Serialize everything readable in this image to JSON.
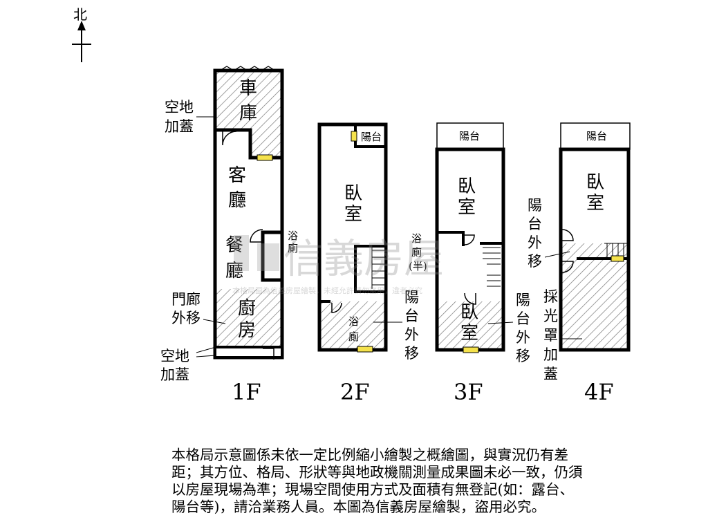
{
  "compass": {
    "label": "北"
  },
  "watermark": {
    "logo": "信義房屋",
    "text": "本格局圖為信義房屋繪製，未經允許請勿盜用，違者必究"
  },
  "floors": [
    {
      "name": "1F",
      "rooms": [
        "車",
        "庫",
        "客",
        "廳",
        "餐",
        "廳",
        "廚",
        "房"
      ],
      "bath": [
        "浴",
        "廁"
      ],
      "labels": {
        "open_top": [
          "空地",
          "加蓋"
        ],
        "porch": [
          "門廊",
          "外移"
        ],
        "open_bottom": [
          "空地",
          "加蓋"
        ]
      }
    },
    {
      "name": "2F",
      "balcony": "陽台",
      "rooms": [
        "臥",
        "室"
      ],
      "bath": [
        "浴",
        "廁"
      ],
      "labels": {
        "balcony_moved": [
          "陽",
          "台",
          "外",
          "移"
        ]
      }
    },
    {
      "name": "3F",
      "balcony": "陽台",
      "rooms": [
        "臥",
        "室"
      ],
      "rooms2": [
        "臥",
        "室"
      ],
      "bath": [
        "浴",
        "廁",
        "(半)"
      ],
      "labels": {
        "balcony_moved": [
          "陽",
          "台",
          "外",
          "移"
        ]
      }
    },
    {
      "name": "4F",
      "balcony": "陽台",
      "rooms": [
        "臥",
        "室"
      ],
      "labels": {
        "balcony_moved": [
          "陽",
          "台",
          "外",
          "移"
        ],
        "skylight": [
          "採",
          "光",
          "罩",
          "加",
          "蓋"
        ]
      }
    }
  ],
  "disclaimer": [
    "本格局示意圖係未依一定比例縮小繪製之概繪圖，與實況仍有差",
    "距；其方位、格局、形狀等與地政機關測量成果圖未必一致，仍須",
    "以房屋現場為準；現場空間使用方式及面積有無登記(如：露台、",
    "陽台等)，請洽業務人員。本圖為信義房屋繪製，盜用必究。"
  ]
}
